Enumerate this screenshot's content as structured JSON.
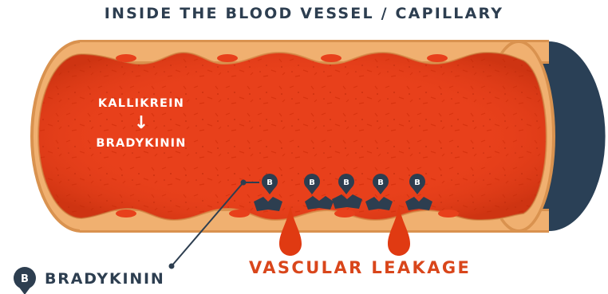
{
  "title": "INSIDE THE BLOOD VESSEL / CAPILLARY",
  "pathway": {
    "from": "KALLIKREIN",
    "arrow": "↓",
    "to": "BRADYKININ"
  },
  "marker_letter": "B",
  "leak_label": "VASCULAR LEAKAGE",
  "legend": {
    "letter": "B",
    "label": "BRADYKININ"
  },
  "colors": {
    "lumen": "#e8401b",
    "wall": "#f0b070",
    "wall_outline": "#d9924f",
    "nucleus": "#e8401b",
    "outer_dark": "#2a4056",
    "marker": "#2d3e50",
    "leak": "#e03a12"
  }
}
